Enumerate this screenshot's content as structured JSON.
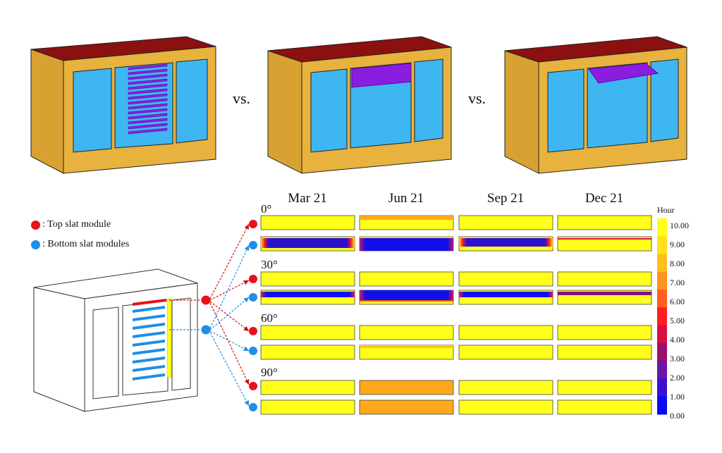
{
  "comparison": {
    "vs_labels": [
      "vs.",
      "vs."
    ]
  },
  "legend": {
    "top": {
      "label": ": Top slat module",
      "color": "#e8101a"
    },
    "bottom": {
      "label": ": Bottom slat modules",
      "color": "#1f8ee6"
    }
  },
  "heatmap": {
    "months": [
      "Mar 21",
      "Jun 21",
      "Sep 21",
      "Dec 21"
    ],
    "angles": [
      "0°",
      "30°",
      "60°",
      "90°"
    ],
    "colorbar": {
      "title": "Hour",
      "ticks": [
        "10.00",
        "9.00",
        "8.00",
        "7.00",
        "6.00",
        "5.00",
        "4.00",
        "3.00",
        "2.00",
        "1.00",
        "0.00"
      ],
      "colors": [
        "#ffff1a",
        "#ffe21a",
        "#ffbe1a",
        "#ff9420",
        "#ff6020",
        "#ff1e1e",
        "#d81040",
        "#9c1070",
        "#6a15a8",
        "#3a10d4",
        "#0a0af0"
      ]
    }
  },
  "colors": {
    "building_wall": "#e8b23e",
    "building_roof": "#8b1010",
    "glass": "#3eb6f2",
    "slat": "#8a1ee0"
  }
}
